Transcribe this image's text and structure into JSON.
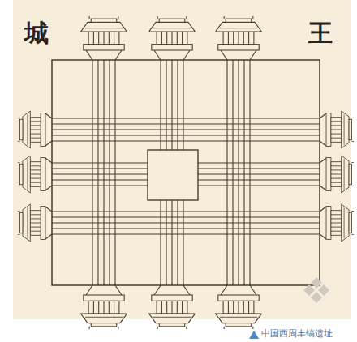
{
  "diagram": {
    "caption": "中国西周丰镐遗址",
    "labels": [
      "城",
      "王"
    ]
  }
}
